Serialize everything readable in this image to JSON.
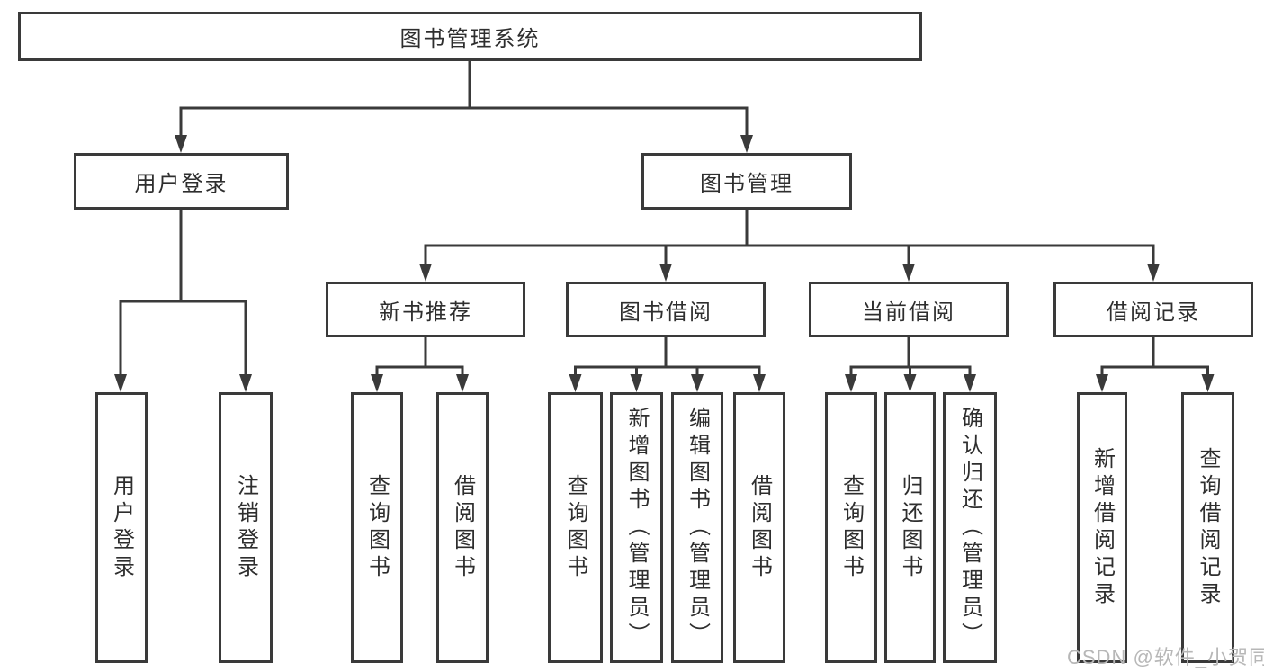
{
  "colors": {
    "line": "#3a3a3a",
    "border": "#3a3a3a",
    "text": "#2e2e2e",
    "watermark": "#b7b7b7",
    "background": "#ffffff"
  },
  "watermark": {
    "text": "CSDN @软件_小贺同学"
  },
  "nodes": {
    "root": {
      "label": "图书管理系统"
    },
    "user_login": {
      "label": "用户登录"
    },
    "book_mgmt": {
      "label": "图书管理"
    },
    "ul_login": {
      "label": "用户登录"
    },
    "ul_logout": {
      "label": "注销登录"
    },
    "new_books": {
      "label": "新书推荐"
    },
    "borrowing": {
      "label": "图书借阅"
    },
    "current": {
      "label": "当前借阅"
    },
    "records": {
      "label": "借阅记录"
    },
    "nb_query": {
      "label": "查询图书"
    },
    "nb_borrow": {
      "label": "借阅图书"
    },
    "bw_query": {
      "label": "查询图书"
    },
    "bw_add": {
      "label": "新增图书（管理员）"
    },
    "bw_edit": {
      "label": "编辑图书（管理员）"
    },
    "bw_borrow": {
      "label": "借阅图书"
    },
    "cu_query": {
      "label": "查询图书"
    },
    "cu_return": {
      "label": "归还图书"
    },
    "cu_confirm": {
      "label": "确认归还（管理员）"
    },
    "rc_add": {
      "label": "新增借阅记录"
    },
    "rc_query": {
      "label": "查询借阅记录"
    }
  }
}
